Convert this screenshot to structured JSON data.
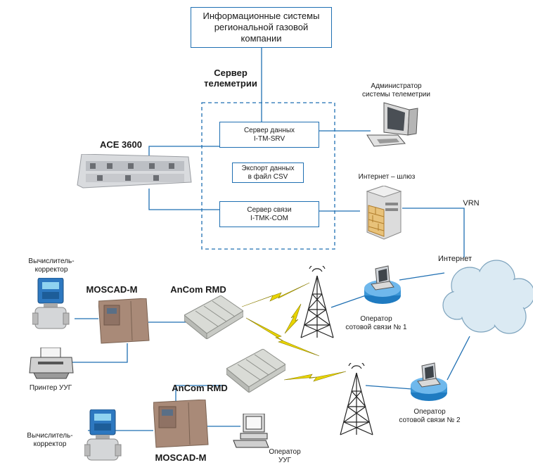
{
  "header": {
    "line1": "Информационные системы",
    "line2": "региональной газовой",
    "line3": "компании"
  },
  "telemetry_server": {
    "line1": "Сервер",
    "line2": "телеметрии"
  },
  "admin": {
    "line1": "Администратор",
    "line2": "системы телеметрии"
  },
  "data_server": {
    "line1": "Сервер данных",
    "line2": "I-TM-SRV"
  },
  "export": {
    "line1": "Экспорт данных",
    "line2": "в файл CSV"
  },
  "comm_server": {
    "line1": "Сервер связи",
    "line2": "I-TMK-COM"
  },
  "ace": {
    "label": "ACE 3600"
  },
  "gateway": {
    "label": "Интернет – шлюз"
  },
  "vrn": {
    "label": "VRN"
  },
  "internet": {
    "label": "Интернет"
  },
  "calc1": {
    "line1": "Вычислитель-",
    "line2": "корректор"
  },
  "calc2": {
    "line1": "Вычислитель-",
    "line2": "корректор"
  },
  "moscad1": {
    "label": "MOSCAD-M"
  },
  "moscad2": {
    "label": "MOSCAD-M"
  },
  "ancom1": {
    "label": "AnCom RMD"
  },
  "ancom2": {
    "label": "AnCom RMD"
  },
  "printer": {
    "label": "Принтер УУГ"
  },
  "operator1": {
    "line1": "Оператор",
    "line2": "сотовой связи № 1"
  },
  "operator2": {
    "line1": "Оператор",
    "line2": "сотовой связи № 2"
  },
  "operator_uug": {
    "line1": "Оператор",
    "line2": "УУГ"
  },
  "colors": {
    "line": "#1f6fb2",
    "lightning": "#e8d400",
    "cloud": "#dbeaf3",
    "moscad": "#a98a78"
  }
}
